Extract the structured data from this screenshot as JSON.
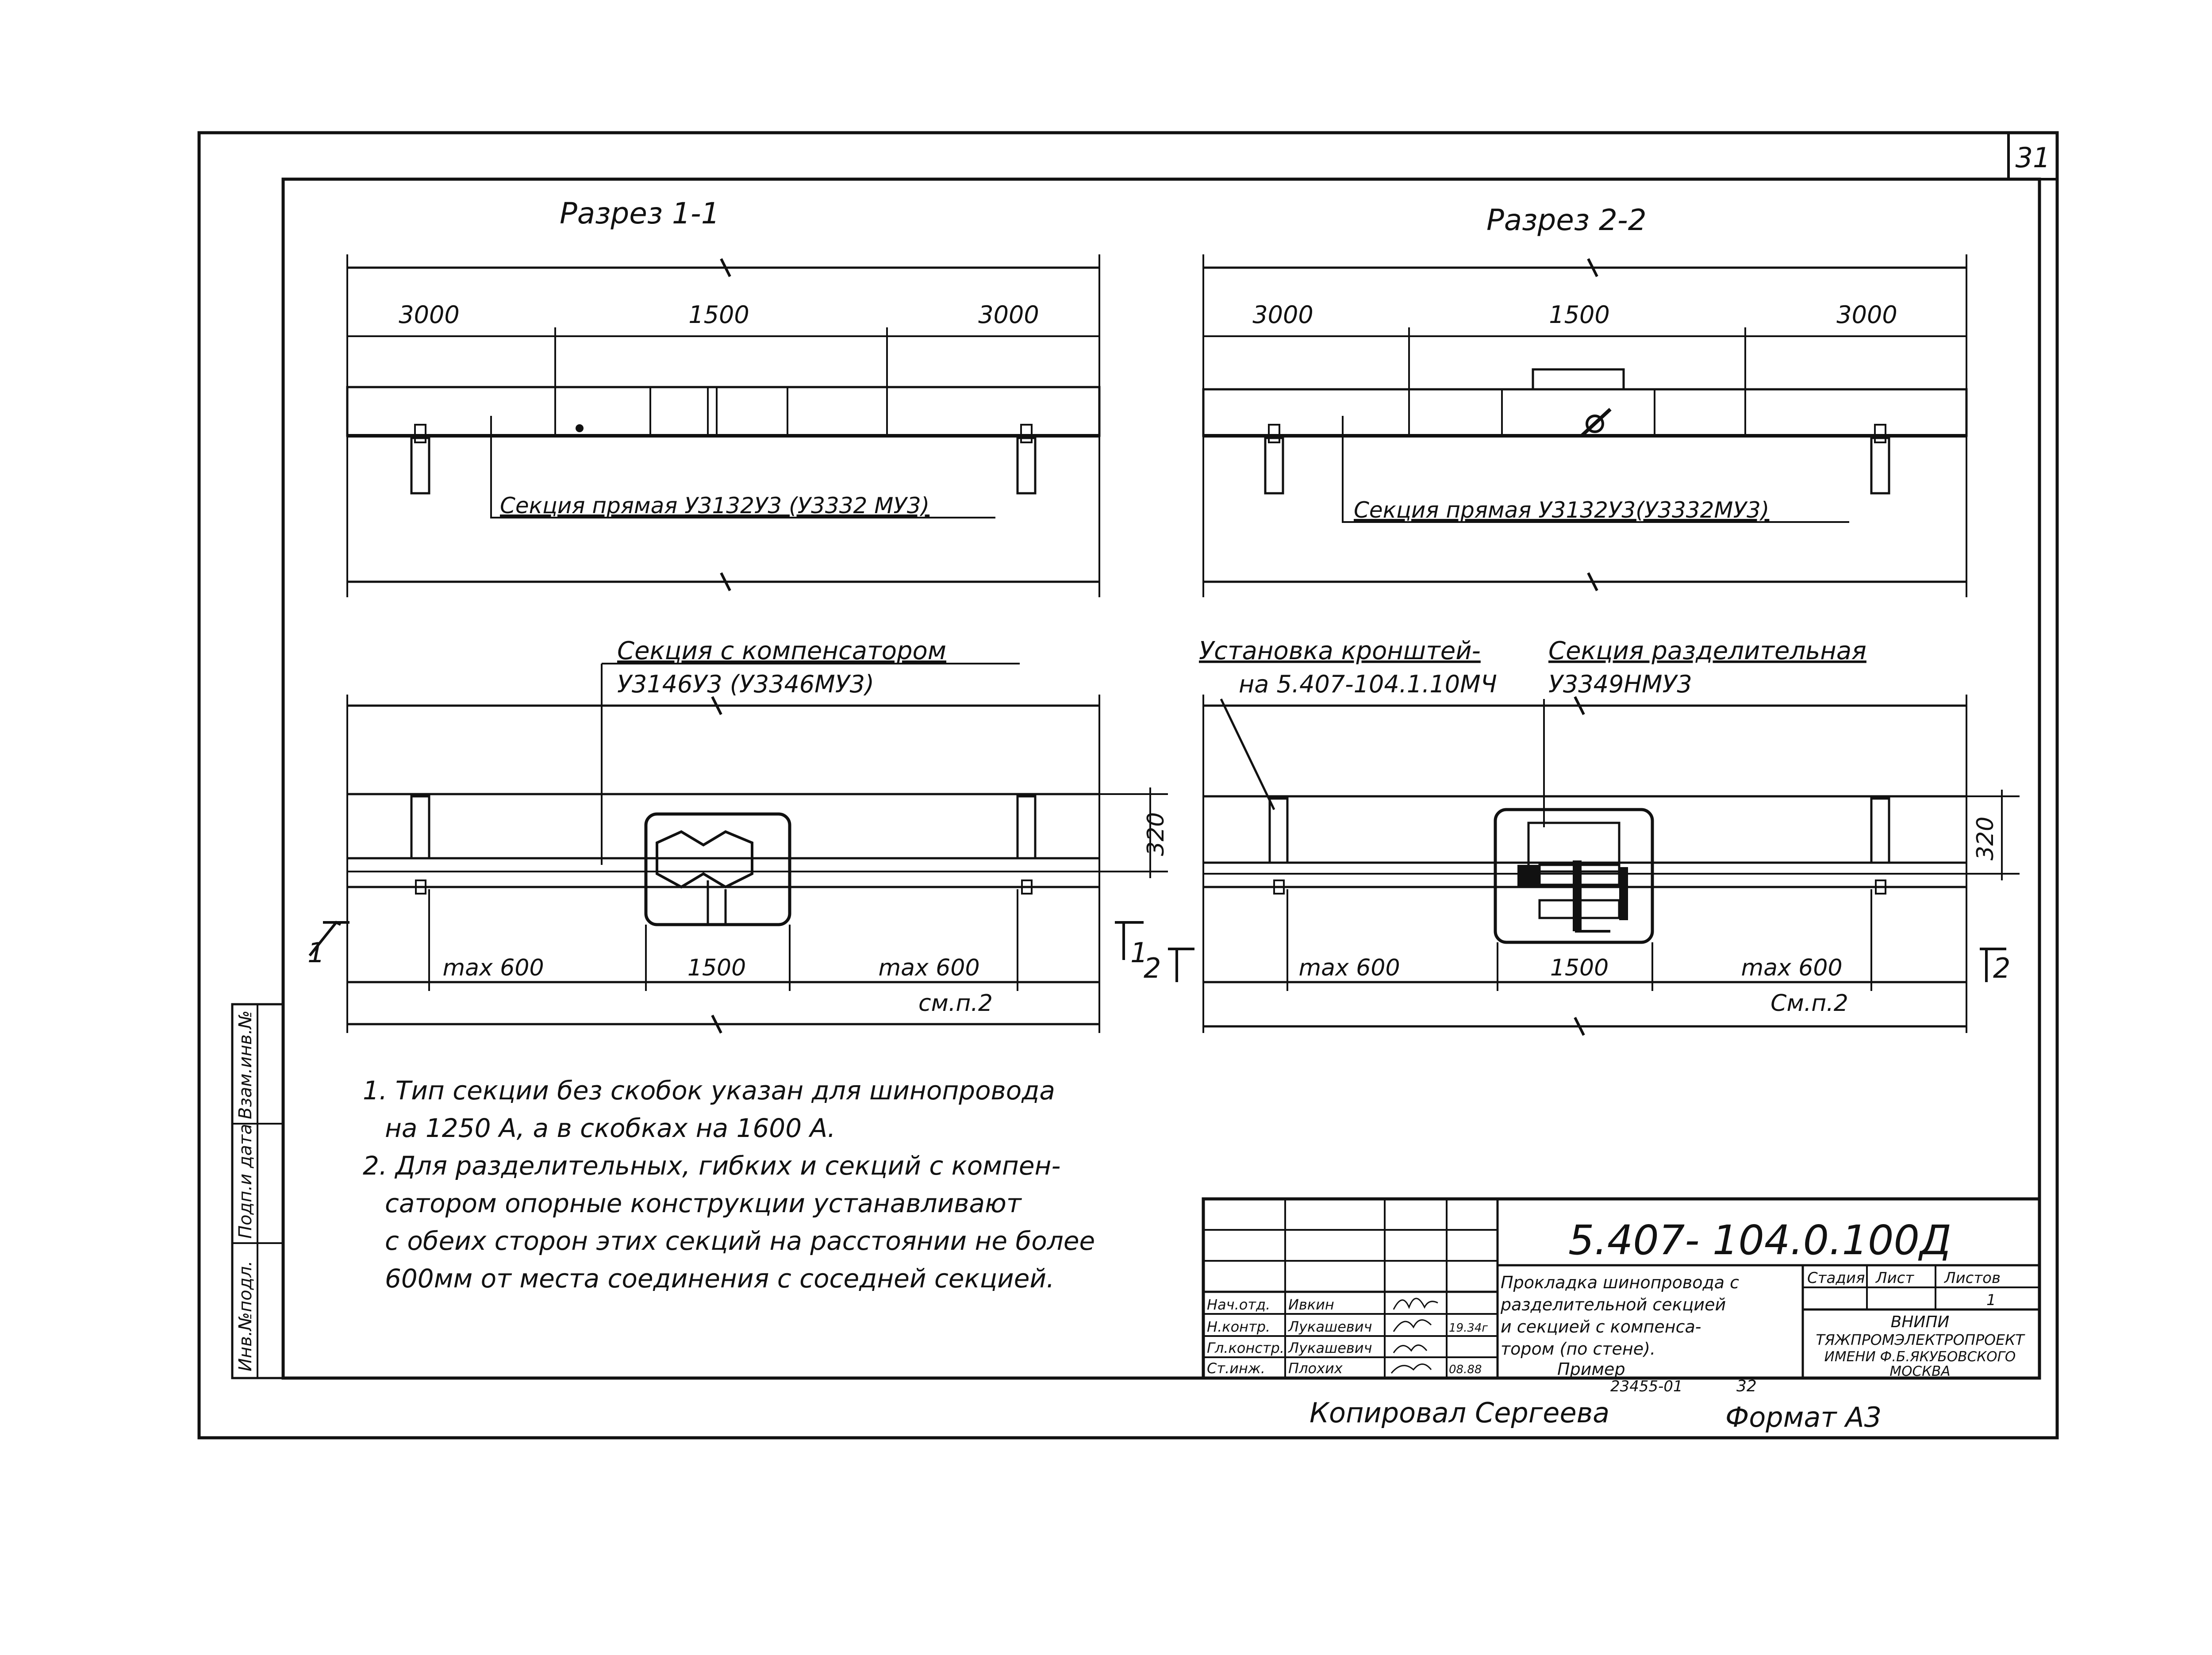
{
  "sheet": {
    "number": "31",
    "code": "5.407- 104.0.100Д",
    "title_lines": [
      "Прокладка шинопровода с",
      "разделительной секцией",
      "и секцией с компенса-",
      "тором (по стене).",
      "Пример"
    ],
    "stage_label": "Стадия",
    "sheet_label": "Лист",
    "sheets_label": "Листов",
    "sheets_value": "1",
    "org_lines": [
      "ВНИПИ",
      "ТЯЖПРОМЭЛЕКТРОПРОЕКТ",
      "ИМЕНИ Ф.Б.ЯКУБОВСКОГО",
      "МОСКВА"
    ],
    "stamp_rows": [
      {
        "role": "Нач.отд.",
        "name": "Ивкин",
        "date": ""
      },
      {
        "role": "Н.контр.",
        "name": "Лукашевич",
        "date": "19.34г"
      },
      {
        "role": "Гл.констр.",
        "name": "Лукашевич",
        "date": ""
      },
      {
        "role": "Ст.инж.",
        "name": "Плохих",
        "date": "08.88"
      }
    ],
    "copied": "Копировал Сергеева",
    "format": "Формат А3",
    "inventory": "23455-01",
    "inventory_sheet": "32",
    "side_labels": [
      "Инв.№подл.",
      "Подп.и дата",
      "Взам.инв.№"
    ]
  },
  "views": {
    "section_1": {
      "title": "Разрез 1-1",
      "dims": [
        "3000",
        "1500",
        "3000"
      ],
      "label": "Секция прямая У3132У3 (У3332 МУ3)"
    },
    "section_2": {
      "title": "Разрез 2-2",
      "dims": [
        "3000",
        "1500",
        "3000"
      ],
      "label": "Секция прямая У3132У3(У3332МУ3)"
    },
    "plan_1": {
      "label_1": "Секция с компенсатором",
      "label_2": "У3146У3 (У3346МУ3)",
      "dims": [
        "max 600",
        "1500",
        "max 600"
      ],
      "height_dim": "320",
      "ref": "см.п.2",
      "cut_mark": "1"
    },
    "plan_2": {
      "label_a1": "Установка кронштей-",
      "label_a2": "на 5.407-104.1.10МЧ",
      "label_b1": "Секция разделительная",
      "label_b2": "У3349НМУ3",
      "dims": [
        "max 600",
        "1500",
        "max 600"
      ],
      "height_dim": "320",
      "ref": "См.п.2",
      "cut_mark": "2"
    }
  },
  "notes": [
    "1. Тип секции без скобок указан для шинопровода",
    "на 1250 А, а в скобках на 1600 А.",
    "2. Для разделительных, гибких и секций с компен-",
    "сатором опорные конструкции устанавливают",
    "с обеих сторон этих секций на расстоянии не более",
    "600мм от места соединения с соседней секцией."
  ]
}
